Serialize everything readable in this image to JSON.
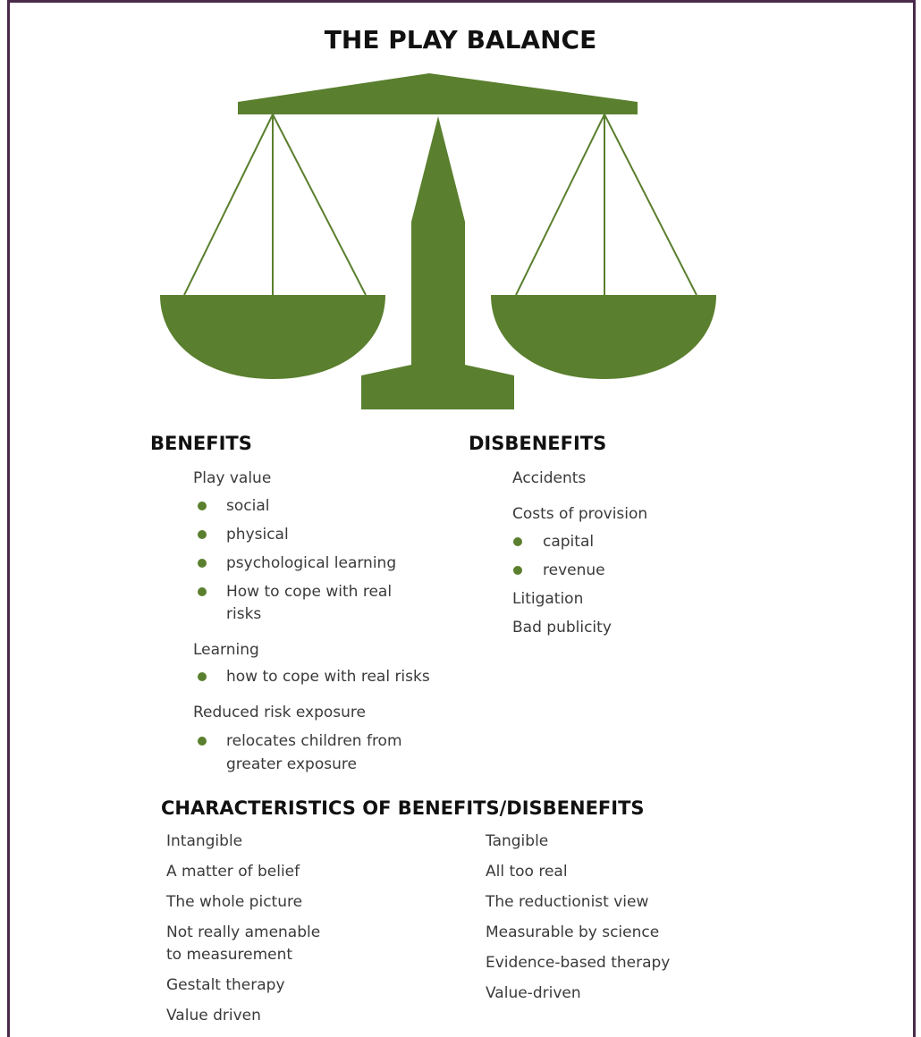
{
  "title": "THE PLAY BALANCE",
  "colors": {
    "scale": "#5a7f2e",
    "frame": "#4a2a4a"
  },
  "benefits": {
    "heading": "BENEFITS",
    "play_value": "Play value",
    "play_items": [
      "social",
      "physical",
      "psychological learning",
      "How to cope with real",
      "risks"
    ],
    "learning": "Learning",
    "learning_items": [
      "how to cope with real risks"
    ],
    "reduced": "Reduced risk exposure",
    "reduced_items": [
      "relocates children from",
      "greater exposure"
    ]
  },
  "disbenefits": {
    "heading": "DISBENEFITS",
    "accidents": "Accidents",
    "costs": "Costs of provision",
    "cost_items": [
      "capital",
      "revenue"
    ],
    "litigation": "Litigation",
    "publicity": "Bad publicity"
  },
  "characteristics": {
    "heading": "CHARACTERISTICS OF BENEFITS/DISBENEFITS",
    "left": [
      "Intangible",
      "A matter of belief",
      "The whole picture",
      "Not really amenable",
      "to measurement",
      "Gestalt therapy",
      "Value driven"
    ],
    "right": [
      "Tangible",
      "All too real",
      "The reductionist view",
      "Measurable by science",
      "Evidence-based therapy",
      "Value-driven"
    ]
  }
}
